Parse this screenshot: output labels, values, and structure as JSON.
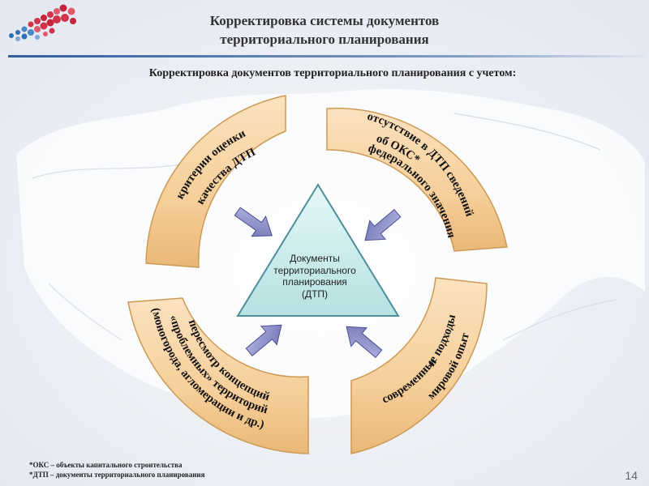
{
  "header": {
    "title_line1": "Корректировка системы документов",
    "title_line2": "территориального планирования"
  },
  "subtitle": "Корректировка документов территориального планирования с учетом:",
  "center": {
    "line1": "Документы",
    "line2": "территориального",
    "line3": "планирования",
    "line4": "(ДТП)"
  },
  "segments": {
    "top_left": {
      "line1": "критерии оценки",
      "line2": "качества ДТП"
    },
    "top_right": {
      "line1": "отсутствие в ДТП сведений",
      "line2": "об ОКС*",
      "line3": "федерального значения"
    },
    "bottom_right": {
      "line1": "современные подходы",
      "line2": "и",
      "line3": "мировой опыт"
    },
    "bottom_left": {
      "line1": "пересмотр концепций",
      "line2": "«проблемных» территорий",
      "line3": "(моногорода, агломерации и др.)"
    }
  },
  "footnotes": {
    "oks": "*ОКС – объекты капитального строительства",
    "dtp": "*ДТП – документы территориального планирования"
  },
  "page_number": "14",
  "colors": {
    "segment_fill": "#f6cf9a",
    "segment_border": "#cc9a55",
    "triangle_fill": "#c7ecec",
    "triangle_border": "#4e8e98",
    "arrow_fill": "#8c8ec6",
    "header_line": "#5a7fae"
  }
}
